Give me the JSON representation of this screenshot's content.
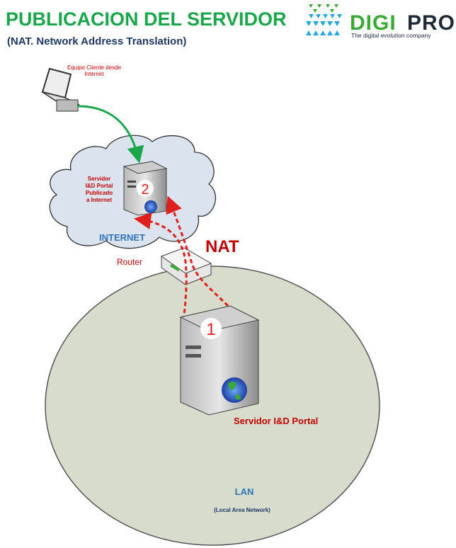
{
  "header": {
    "title": "PUBLICACION DEL SERVIDOR",
    "subtitle": "(NAT. Network Address Translation)"
  },
  "logo": {
    "name": "DIGIPRO",
    "tagline": "The digital evolution company",
    "colors": {
      "green": "#3aaa35",
      "blue": "#29a8e0",
      "dark": "#1e2a38"
    }
  },
  "client": {
    "label_line1": "Equipo Cliente desde",
    "label_line2": "Internet"
  },
  "internet": {
    "label": "INTERNET",
    "server_lines": [
      "Servidor",
      "I&D Portal",
      "Publicado",
      "a Internet"
    ],
    "step": "2"
  },
  "router": {
    "label": "Router",
    "nat_label": "NAT"
  },
  "lan": {
    "server_label": "Servidor I&D Portal",
    "step": "1",
    "label": "LAN",
    "sublabel": "(Local Area Network)"
  },
  "colors": {
    "title": "#1aa64a",
    "subtitle": "#1f3864",
    "red": "#c00000",
    "blue": "#2e75b6",
    "arrow_green": "#1aa64a",
    "lan_fill": "#d7dccd",
    "cloud_fill": "#dbe4ee"
  }
}
